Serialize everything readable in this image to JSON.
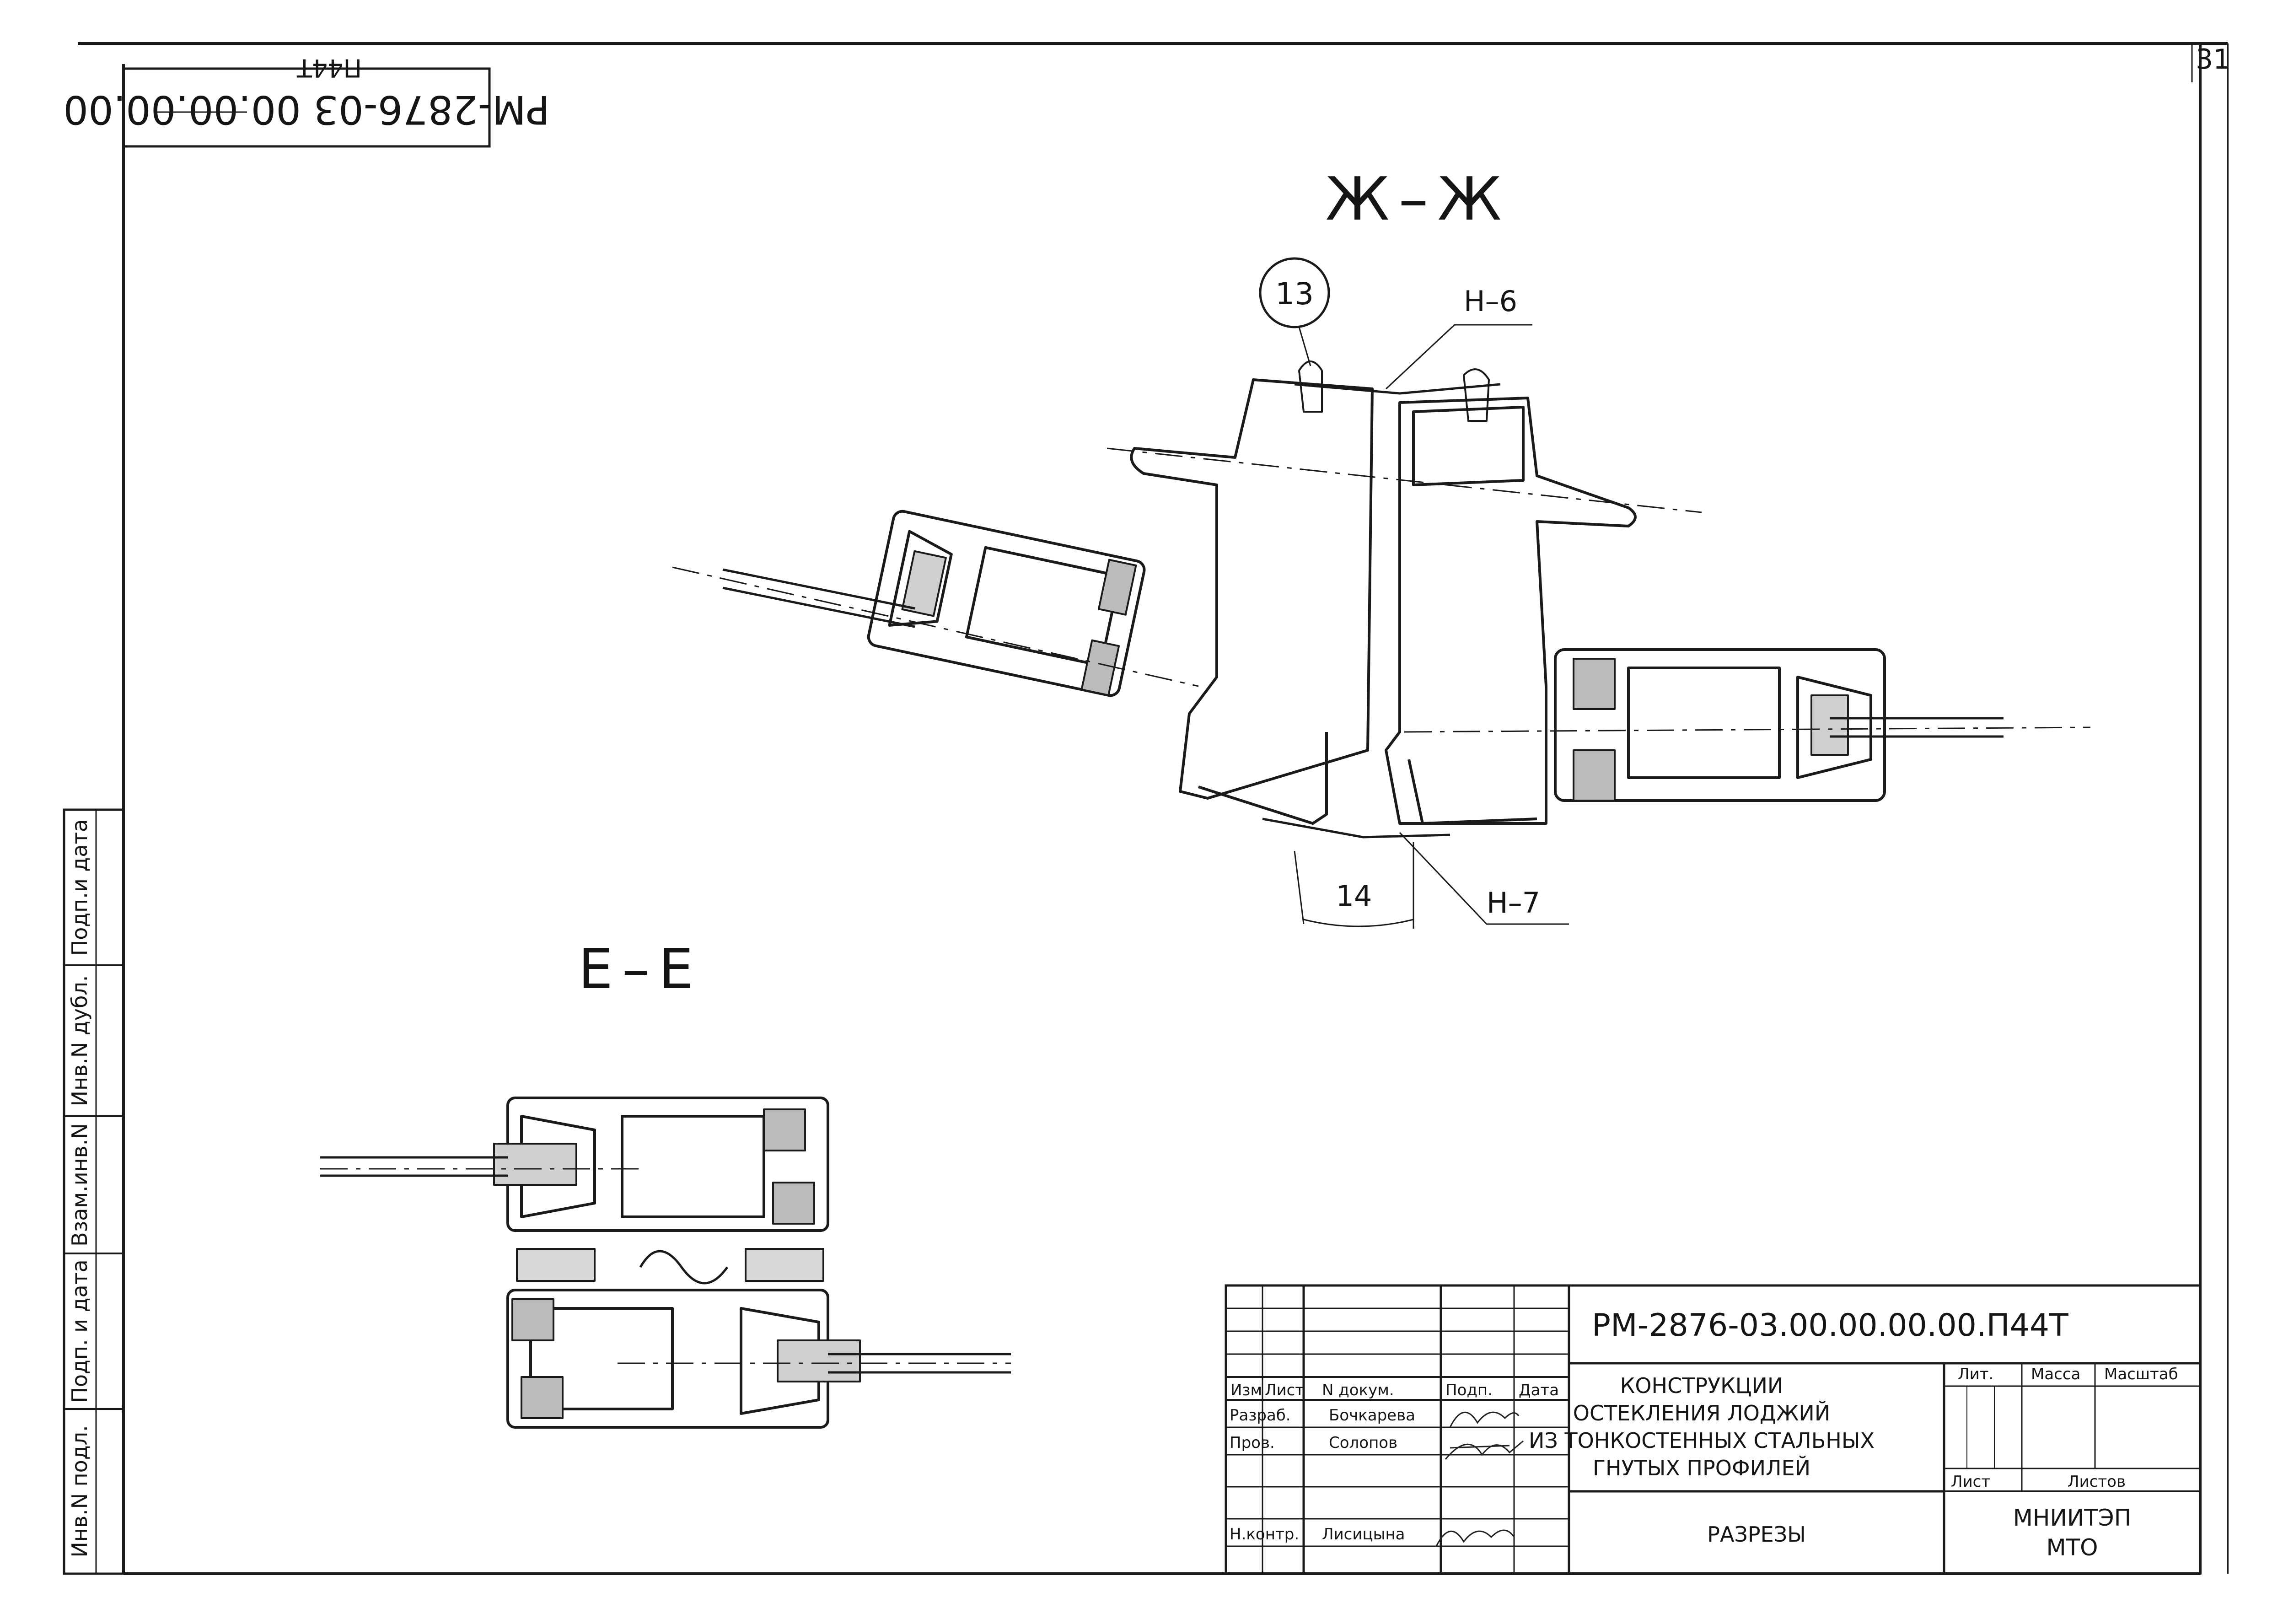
{
  "sheet": {
    "page_number": "31",
    "rotated_code": "РМ-2876-03 00.00.00.00",
    "rotated_code_sub": "П44Т"
  },
  "sections": {
    "zh_title": "Ж–Ж",
    "e_title": "Е–Е",
    "callout_13": "13",
    "label_h6": "Н–6",
    "label_h7": "Н–7",
    "dim_14": "14"
  },
  "side_stamp": [
    "Инв.N подл.",
    "Подп. и дата",
    "Взам.инв.N",
    "Инв.N дубл.",
    "Подп.и дата"
  ],
  "title_block": {
    "designation": "РМ-2876-03.00.00.00.00.П44Т",
    "headers": [
      "Изм",
      "Лист",
      "N докум.",
      "Подп.",
      "Дата"
    ],
    "rows": [
      {
        "role": "Разраб.",
        "name": "Бочкарева"
      },
      {
        "role": "Пров.",
        "name": "Солопов"
      },
      {
        "role": "Н.контр.",
        "name": "Лисицына"
      }
    ],
    "title_lines": [
      "КОНСТРУКЦИИ",
      "ОСТЕКЛЕНИЯ ЛОДЖИЙ",
      "ИЗ ТОНКОСТЕННЫХ СТАЛЬНЫХ",
      "ГНУТЫХ ПРОФИЛЕЙ"
    ],
    "sheet_name": "РАЗРЕЗЫ",
    "lit_label": "Лит.",
    "mass_label": "Масса",
    "scale_label": "Масштаб",
    "list_label": "Лист",
    "lists_label": "Листов",
    "org_line1": "МНИИТЭП",
    "org_line2": "МТО"
  }
}
